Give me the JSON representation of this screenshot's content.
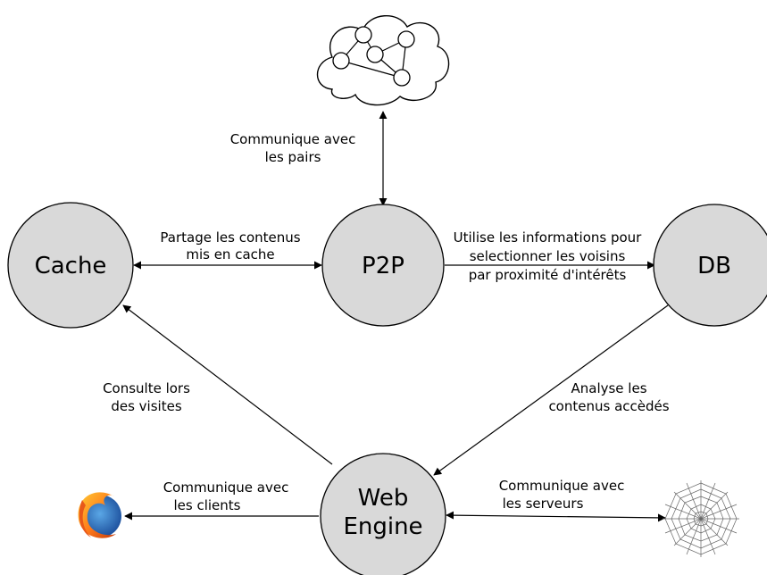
{
  "nodes": {
    "cache": "Cache",
    "p2p": "P2P",
    "db": "DB",
    "web_engine": [
      "Web",
      "Engine"
    ]
  },
  "edges": {
    "p2p_peers": [
      "Communique avec",
      "les pairs"
    ],
    "cache_p2p": [
      "Partage les contenus",
      "mis en cache"
    ],
    "p2p_db": [
      "Utilise les informations pour",
      "selectionner les voisins",
      "par proximité d'intérêts"
    ],
    "web_cache": [
      "Consulte lors",
      "des visites"
    ],
    "db_web": [
      "Analyse les",
      "contenus accèdés"
    ],
    "web_clients": [
      "Communique avec",
      "les clients"
    ],
    "web_servers": [
      "Communique avec",
      "les serveurs"
    ]
  },
  "icons": {
    "peers": "p2p-network-cloud-icon",
    "clients": "firefox-browser-icon",
    "servers": "spider-web-icon"
  },
  "colors": {
    "node_fill": "#d9d9d9",
    "stroke": "#000000"
  }
}
